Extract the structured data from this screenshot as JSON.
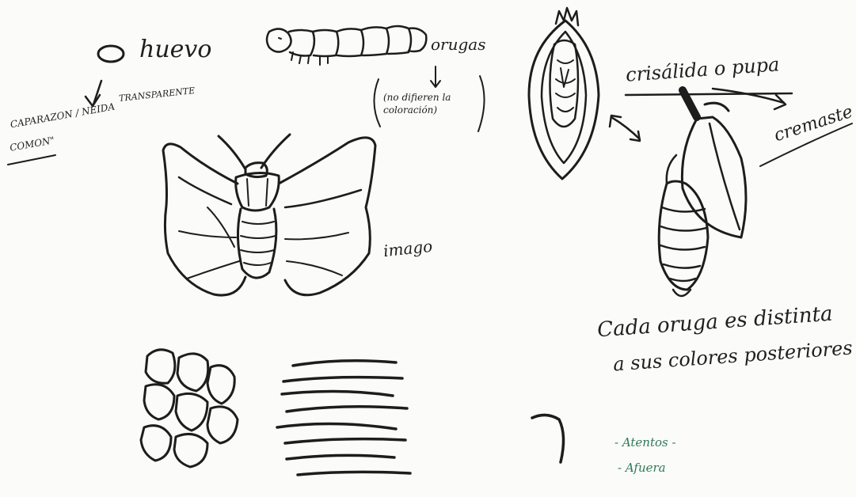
{
  "labels": {
    "egg": "huevo",
    "egg_note_1": "TRANSPARENTE",
    "egg_note_2": "CAPARAZON / NEIDA",
    "egg_note_3": "COMON\"",
    "larva": "orugas",
    "larva_note": "(no difieren la coloración)",
    "chrysalis": "crisálida o pupa",
    "cremaster": "cremaste",
    "imago": "imago",
    "caption_line1": "Cada oruga es distinta",
    "caption_line2": "a sus colores posteriores",
    "green_line1": "- Atentos -",
    "green_line2": "- Afuera"
  },
  "colors": {
    "ink": "#1d1d1d",
    "green_ink": "#2e7a55",
    "paper": "#fbfbfa"
  }
}
